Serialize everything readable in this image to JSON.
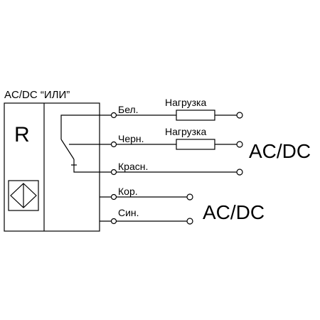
{
  "header": {
    "title": "AC/DC “ИЛИ”"
  },
  "sensor": {
    "relay_letter": "R"
  },
  "wires": [
    {
      "id": "white",
      "label": "Бел."
    },
    {
      "id": "black",
      "label": "Черн."
    },
    {
      "id": "red",
      "label": "Красн."
    },
    {
      "id": "brown",
      "label": "Кор."
    },
    {
      "id": "blue",
      "label": "Син."
    }
  ],
  "loads": [
    {
      "label": "Нагрузка"
    },
    {
      "label": "Нагрузка"
    }
  ],
  "supplies": [
    {
      "label": "AC/DC"
    },
    {
      "label": "AC/DC"
    }
  ]
}
